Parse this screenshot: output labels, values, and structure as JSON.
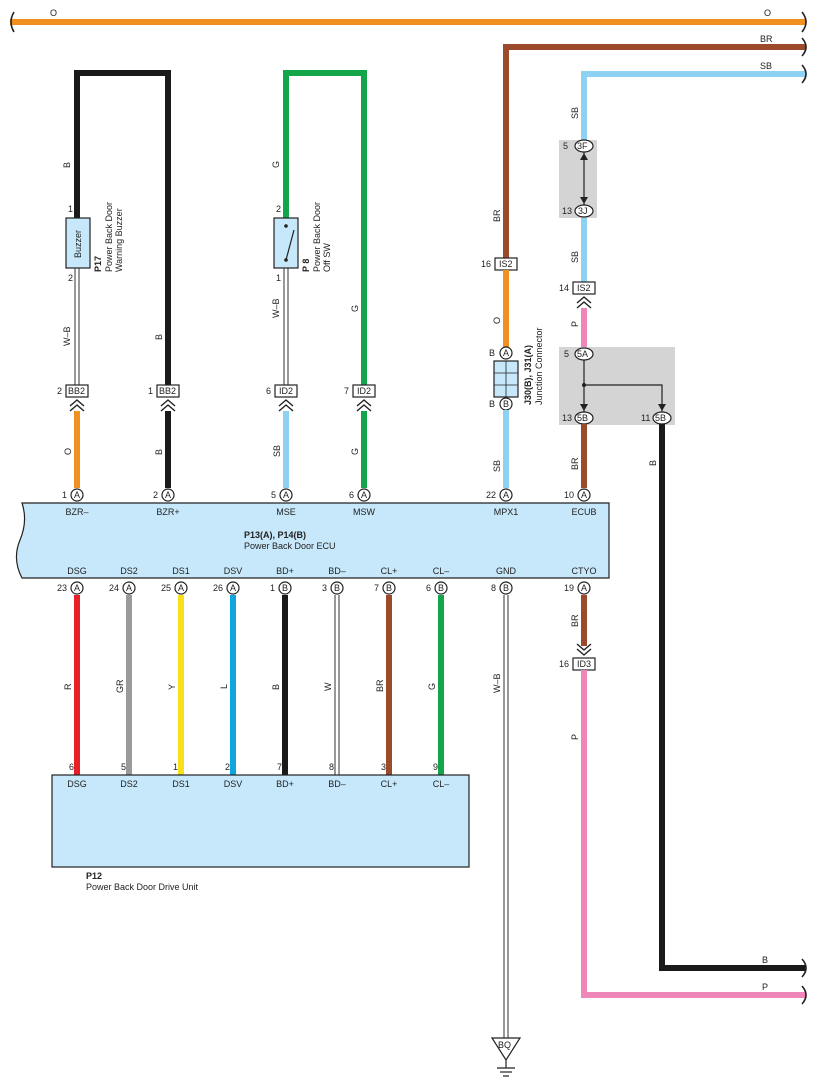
{
  "colors": {
    "O": "#f0901e",
    "BR": "#9b4a2c",
    "SB": "#8dd2f2",
    "B": "#1a1a1a",
    "G": "#13a54a",
    "P": "#ee86b8",
    "R": "#e8202a",
    "GR": "#9a9a9a",
    "Y": "#f7e017",
    "L": "#0fa5e0",
    "W": "#ffffff",
    "WB": "#ffffff",
    "box": "#c7e8fa",
    "shade": "#d4d4d4"
  },
  "wires": {
    "o_top": {
      "left": "O",
      "right": "O"
    },
    "br_top": "BR",
    "sb_top": "SB",
    "b_bottom": "B",
    "p_bottom": "P",
    "buzzer_in": "B",
    "buzzer_out": "W–B",
    "bzr_minus": "O",
    "bzr_plus_up": "B",
    "bzr_plus_low": "B",
    "sw_in": "G",
    "sw_out": "W–B",
    "mse": "SB",
    "msw_up": "G",
    "msw_low": "G",
    "mpx_br": "BR",
    "mpx_o": "O",
    "mpx_sb": "SB",
    "ecub_sb1": "SB",
    "ecub_sb2": "SB",
    "ecub_p": "P",
    "ecub_br": "BR",
    "b_right": "B",
    "cty_br": "BR",
    "cty_p": "P",
    "gnd": "W–B",
    "dsg": "R",
    "ds2": "GR",
    "ds1": "Y",
    "dsv": "L",
    "bdp": "B",
    "bdm": "W",
    "clp": "BR",
    "clm": "G"
  },
  "components": {
    "buzzer": {
      "text": "Buzzer",
      "id": "P17",
      "desc1": "Power Back Door",
      "desc2": "Warning Buzzer",
      "pin_top": "1",
      "pin_bot": "2"
    },
    "switch": {
      "id": "P 8",
      "desc1": "Power Back Door",
      "desc2": "Off SW",
      "pin_top": "2",
      "pin_bot": "1"
    },
    "junction": {
      "id": "J30(B), J31(A)",
      "desc": "Junction Connector",
      "pin_a": "A",
      "pin_b": "B",
      "left_a": "B",
      "left_b": "B"
    },
    "ecu": {
      "id": "P13(A), P14(B)",
      "desc": "Power Back Door ECU",
      "top_pins": [
        {
          "num": "1",
          "conn": "A",
          "name": "BZR–"
        },
        {
          "num": "2",
          "conn": "A",
          "name": "BZR+"
        },
        {
          "num": "5",
          "conn": "A",
          "name": "MSE"
        },
        {
          "num": "6",
          "conn": "A",
          "name": "MSW"
        },
        {
          "num": "22",
          "conn": "A",
          "name": "MPX1"
        },
        {
          "num": "10",
          "conn": "A",
          "name": "ECUB"
        }
      ],
      "bottom_pins": [
        {
          "num": "23",
          "conn": "A",
          "name": "DSG"
        },
        {
          "num": "24",
          "conn": "A",
          "name": "DS2"
        },
        {
          "num": "25",
          "conn": "A",
          "name": "DS1"
        },
        {
          "num": "26",
          "conn": "A",
          "name": "DSV"
        },
        {
          "num": "1",
          "conn": "B",
          "name": "BD+"
        },
        {
          "num": "3",
          "conn": "B",
          "name": "BD–"
        },
        {
          "num": "7",
          "conn": "B",
          "name": "CL+"
        },
        {
          "num": "6",
          "conn": "B",
          "name": "CL–"
        },
        {
          "num": "8",
          "conn": "B",
          "name": "GND"
        },
        {
          "num": "19",
          "conn": "A",
          "name": "CTYO"
        }
      ]
    },
    "drive_unit": {
      "id": "P12",
      "desc": "Power Back Door Drive Unit",
      "pins": [
        {
          "num": "6",
          "name": "DSG"
        },
        {
          "num": "5",
          "name": "DS2"
        },
        {
          "num": "1",
          "name": "DS1"
        },
        {
          "num": "2",
          "name": "DSV"
        },
        {
          "num": "7",
          "name": "BD+"
        },
        {
          "num": "8",
          "name": "BD–"
        },
        {
          "num": "3",
          "name": "CL+"
        },
        {
          "num": "9",
          "name": "CL–"
        }
      ]
    },
    "ground": "BQ"
  },
  "connectors": {
    "bb2_a": {
      "pin": "2",
      "name": "BB2"
    },
    "bb2_b": {
      "pin": "1",
      "name": "BB2"
    },
    "id2_a": {
      "pin": "6",
      "name": "ID2"
    },
    "id2_b": {
      "pin": "7",
      "name": "ID2"
    },
    "is2_a": {
      "pin": "16",
      "name": "IS2"
    },
    "is2_b": {
      "pin": "14",
      "name": "IS2"
    },
    "id3": {
      "pin": "16",
      "name": "ID3"
    },
    "j3f": {
      "pin": "5",
      "name": "3F"
    },
    "j3j": {
      "pin": "13",
      "name": "3J"
    },
    "j5a": {
      "pin": "5",
      "name": "5A"
    },
    "j5b_l": {
      "pin": "13",
      "name": "5B"
    },
    "j5b_r": {
      "pin": "11",
      "name": "5B"
    }
  }
}
